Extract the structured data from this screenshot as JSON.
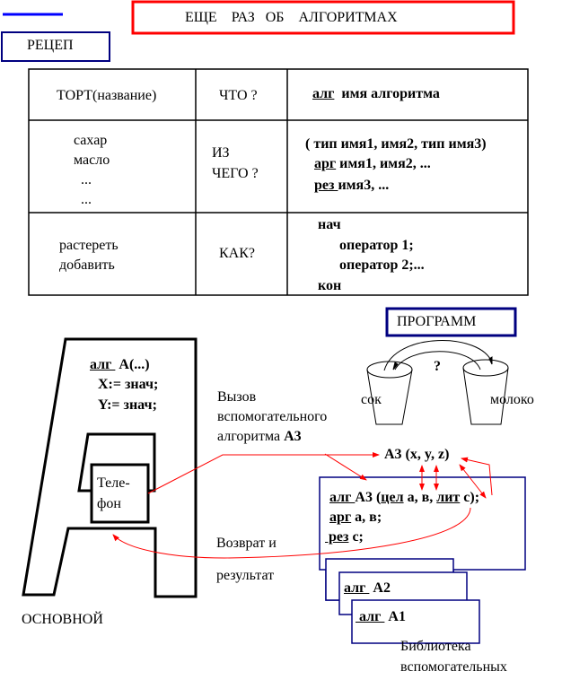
{
  "title": "ЕЩЕ    РАЗ   ОБ    АЛГОРИТМАХ",
  "recipe_label": "РЕЦЕП",
  "program_label": "ПРОГРАММ",
  "table": {
    "r1": {
      "c1": "ТОРТ(название)",
      "c2": "ЧТО ?",
      "c3_kw": "алг",
      "c3_rest": "  имя алгоритма"
    },
    "r2": {
      "c1": [
        "сахар",
        "масло",
        "...",
        "..."
      ],
      "c2": [
        "ИЗ",
        "ЧЕГО ?"
      ],
      "c3_line1": "( тип имя1, имя2, тип имя3)",
      "c3_arg_kw": "арг",
      "c3_arg_rest": " имя1, имя2, ...",
      "c3_rez_kw": "рез ",
      "c3_rez_rest": "имя3, ..."
    },
    "r3": {
      "c1": [
        "растереть",
        "добавить"
      ],
      "c2": "КАК?",
      "c3": [
        "нач",
        "оператор 1;",
        "оператор 2;...",
        "кон"
      ]
    }
  },
  "main": {
    "alg_kw": "алг ",
    "alg_rest": " А(...)",
    "x_line": "X:= знач;",
    "y_line": "Y:= знач;",
    "phone": [
      "Теле-",
      "фон"
    ],
    "label": "ОСНОВНОЙ"
  },
  "cups": {
    "question": "?",
    "left": "сок",
    "right": "молоко"
  },
  "call_label": {
    "line1": "Вызов",
    "line2": "вспомогательного",
    "line3a": "алгоритма ",
    "line3b": "А3"
  },
  "call_expr": "А3 (x, y, z)",
  "a3": {
    "kw_alg": "алг ",
    "name": "А3 (",
    "kw_cel": "цел",
    "args": " а, в, ",
    "kw_lit": "лит",
    "tail": " с);",
    "kw_arg": "арг",
    "arg_rest": " а, в;",
    "kw_rez": " рез",
    "rez_rest": " с;"
  },
  "return_label": {
    "line1": "Возврат и",
    "line2": "результат"
  },
  "library": {
    "a2_kw": "алг ",
    "a2": " А2",
    "a1_kw": " алг ",
    "a1": " А1",
    "label1": "Библиотека",
    "label2": "вспомогательных"
  },
  "colors": {
    "red": "#ff0000",
    "navy": "#000080",
    "blue": "#0000ff"
  }
}
